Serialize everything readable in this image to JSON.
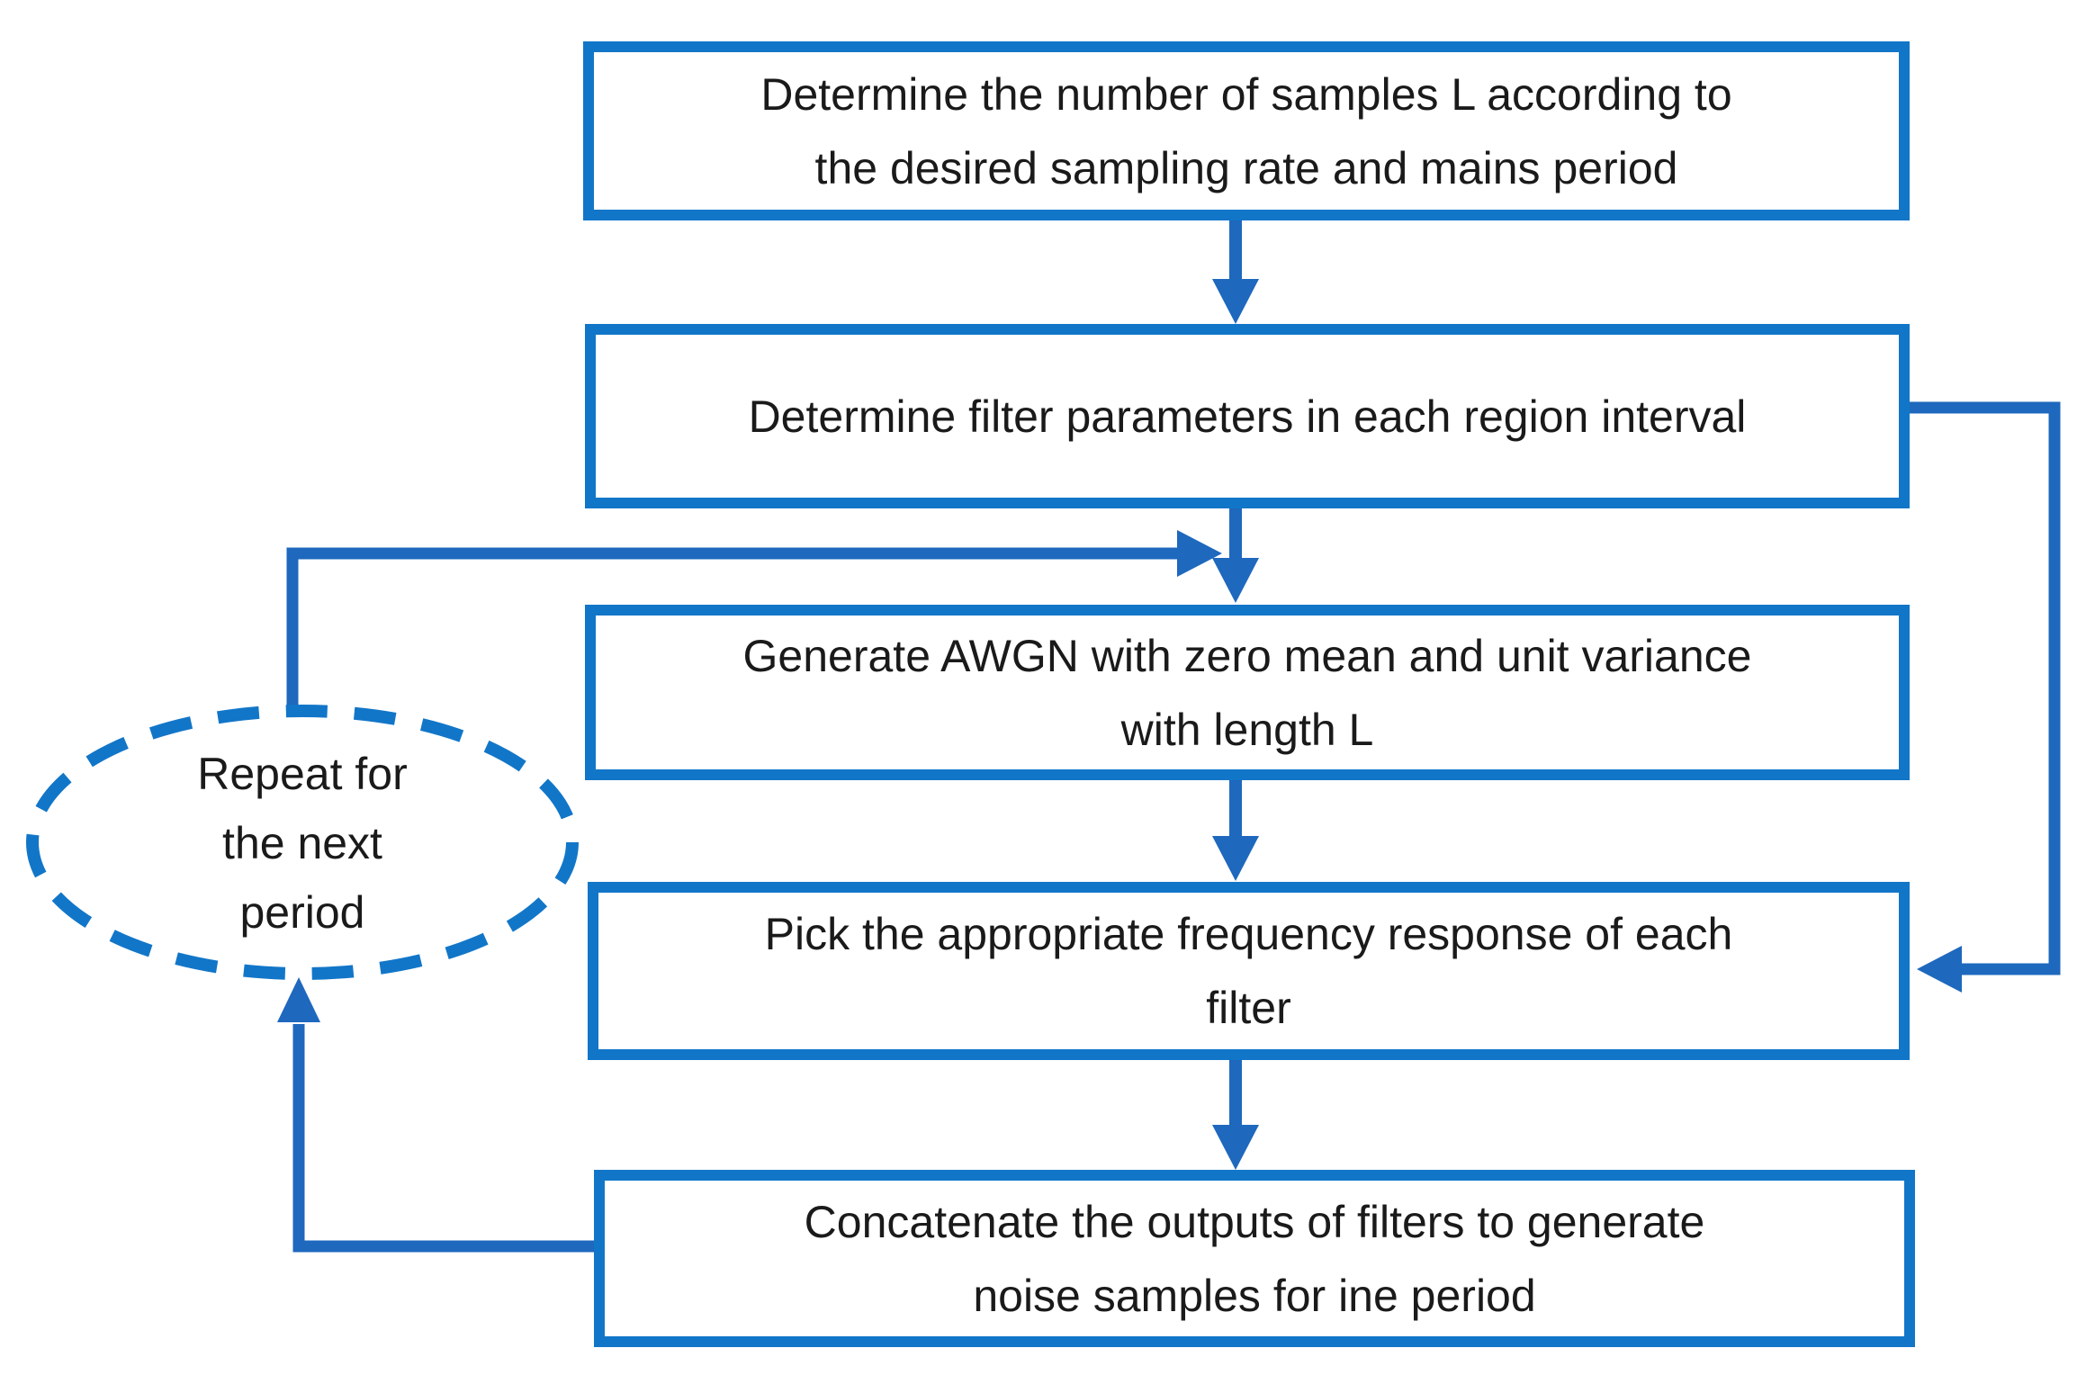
{
  "diagram": {
    "type": "flowchart",
    "colors": {
      "box_border": "#1276c8",
      "arrow": "#1e68be",
      "loop_dash": "#1276c8",
      "text": "#1a1a1a",
      "background": "#ffffff"
    },
    "boxes": [
      {
        "name": "determine-samples",
        "lines": [
          "Determine the number of samples L according to",
          "the desired sampling rate and mains period"
        ]
      },
      {
        "name": "determine-filter-params",
        "lines": [
          "Determine filter parameters in each region interval"
        ]
      },
      {
        "name": "generate-awgn",
        "lines": [
          "Generate AWGN with zero mean and unit variance",
          "with length L"
        ]
      },
      {
        "name": "pick-frequency-response",
        "lines": [
          "Pick the appropriate frequency response of each",
          "filter"
        ]
      },
      {
        "name": "concatenate-outputs",
        "lines": [
          "Concatenate the outputs of filters to generate",
          "noise samples for ine period"
        ]
      }
    ],
    "loop_ellipse": {
      "lines": [
        "Repeat for",
        "the next",
        "period"
      ]
    }
  }
}
